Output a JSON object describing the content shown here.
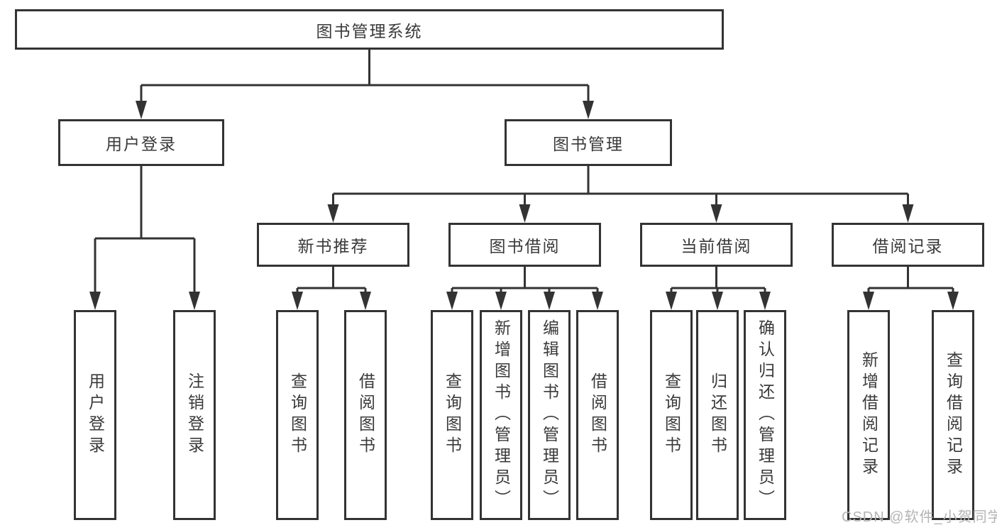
{
  "diagram": {
    "title_node": "图书管理系统",
    "nodes": {
      "root": "图书管理系统",
      "user_login": "用户登录",
      "book_management": "图书管理",
      "new_book_recommend": "新书推荐",
      "book_borrowing": "图书借阅",
      "current_borrowing": "当前借阅",
      "borrow_records": "借阅记录",
      "leaf_user_login": "用户登录",
      "leaf_logout": "注销登录",
      "nb_query_books": "查询图书",
      "nb_borrow_books": "借阅图书",
      "bb_query_books": "查询图书",
      "bb_add_books_admin": "新增图书（管理员）",
      "bb_edit_books_admin": "编辑图书（管理员）",
      "bb_borrow_books": "借阅图书",
      "cb_query_books": "查询图书",
      "cb_return_books": "归还图书",
      "cb_confirm_return_admin": "确认归还（管理员）",
      "bh_add_borrow_record": "新增借阅记录",
      "bh_query_borrow_record": "查询借阅记录"
    },
    "hierarchy": {
      "图书管理系统": {
        "用户登录": [
          "用户登录",
          "注销登录"
        ],
        "图书管理": {
          "新书推荐": [
            "查询图书",
            "借阅图书"
          ],
          "图书借阅": [
            "查询图书",
            "新增图书（管理员）",
            "编辑图书（管理员）",
            "借阅图书"
          ],
          "当前借阅": [
            "查询图书",
            "归还图书",
            "确认归还（管理员）"
          ],
          "借阅记录": [
            "新增借阅记录",
            "查询借阅记录"
          ]
        }
      }
    },
    "colors": {
      "line": "#333333",
      "text": "#3a3a3a",
      "box_background": "#ffffff",
      "page_background": "#ffffff",
      "watermark": "#b4b4b4"
    }
  },
  "watermark": "CSDN @软件_小贺同学"
}
